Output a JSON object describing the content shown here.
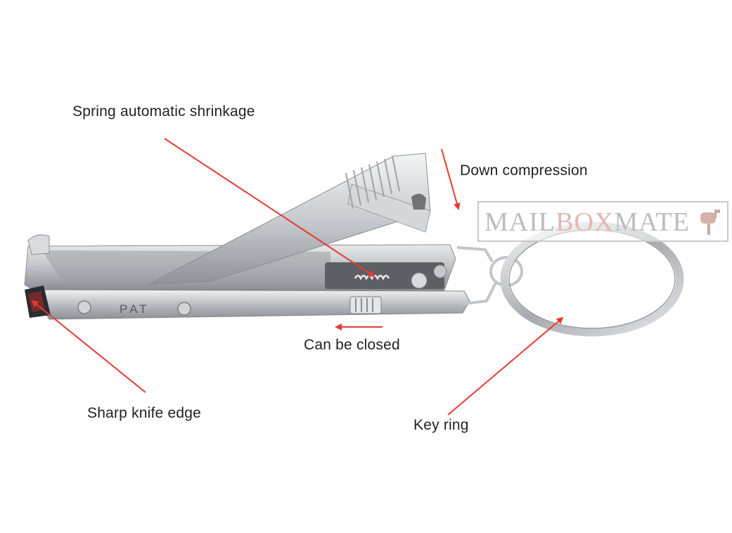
{
  "labels": {
    "spring": "Spring automatic shrinkage",
    "down": "Down compression",
    "closed": "Can be closed",
    "knife": "Sharp knife edge",
    "key": "Key ring"
  },
  "clipper": {
    "engraving": "PAT"
  },
  "watermark": {
    "part1": "MAIL",
    "part2": "BOX",
    "part3": "MATE",
    "colors": {
      "gray": "#bdbdbd",
      "accent": "#e2b7b3"
    }
  },
  "colors": {
    "arrow": "#e53b35",
    "metal": "#c9ccd0",
    "background": "#ffffff"
  }
}
